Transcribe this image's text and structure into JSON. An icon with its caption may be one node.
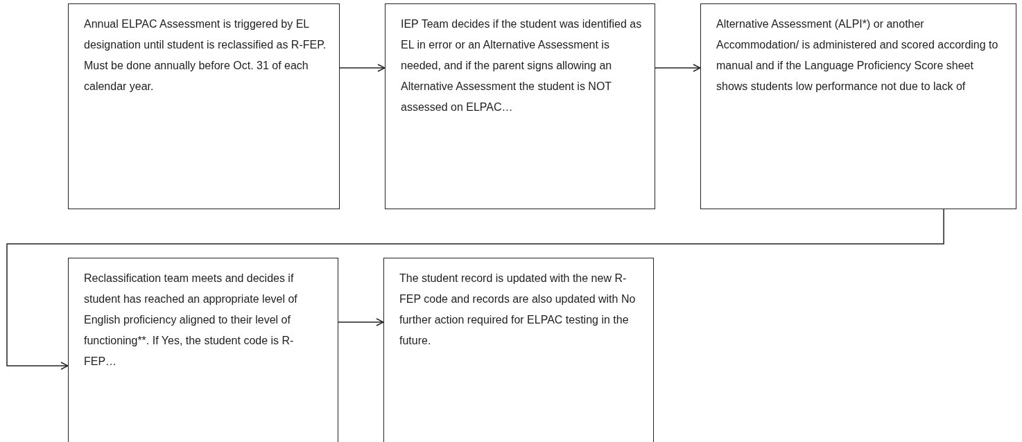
{
  "diagram": {
    "nodes": [
      {
        "text": [
          "Annual ELPAC Assessment is triggered by EL designation until student is reclassified as R-FEP. Must be done annually before Oct. 31 of each calendar year."
        ]
      },
      {
        "text": [
          "IEP Team decides if the student was identified as EL in error or an Alternative Assessment is needed, and if the parent signs allowing an Alternative Assessment the student is NOT assessed on ELPAC…"
        ]
      },
      {
        "text": [
          "Alternative Assessment (ALPI*) or another Accommodation/ is administered and scored according to manual and if the Language Proficiency Score sheet shows students low performance not due to lack of"
        ]
      },
      {
        "text": [
          "Reclassification team meets and decides if student has reached an appropriate level of English proficiency aligned to their level of functioning**. If Yes, the student code is R-FEP…"
        ]
      },
      {
        "text": [
          "The student record is updated with the new R-FEP code and records are also updated with No further action required for ELPAC testing in the future."
        ]
      }
    ],
    "edges": [
      {
        "from": 0,
        "to": 1,
        "arrow": "to"
      },
      {
        "from": 1,
        "to": 2,
        "arrow": "to"
      },
      {
        "from": 2,
        "to": 3,
        "arrow": "to"
      },
      {
        "from": 3,
        "to": 4,
        "arrow": "to"
      }
    ]
  }
}
